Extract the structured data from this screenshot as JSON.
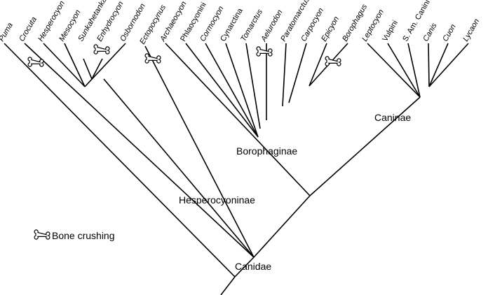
{
  "taxa": [
    {
      "name": "Puma",
      "italic": true
    },
    {
      "name": "Crocuta",
      "italic": true
    },
    {
      "name": "Hesperocyon",
      "italic": true
    },
    {
      "name": "Mesocyon",
      "italic": true
    },
    {
      "name": "Sunkahetanka",
      "italic": true
    },
    {
      "name": "Enhydrocyon",
      "italic": true
    },
    {
      "name": "Osbornodon",
      "italic": true
    },
    {
      "name": "Ectopocynus",
      "italic": true
    },
    {
      "name": "Archaeocyon",
      "italic": true
    },
    {
      "name": "Phlaocyonini",
      "italic": false
    },
    {
      "name": "Cormocyon",
      "italic": true
    },
    {
      "name": "Cynarctina",
      "italic": false
    },
    {
      "name": "Tomarctus",
      "italic": true
    },
    {
      "name": "Aelurodon",
      "italic": true
    },
    {
      "name": "Paratomarctus",
      "italic": true
    },
    {
      "name": "Carpocyon",
      "italic": true
    },
    {
      "name": "Epicyon",
      "italic": true
    },
    {
      "name": "Borophagus",
      "italic": true
    },
    {
      "name": "Leptocyon",
      "italic": true
    },
    {
      "name": "Vulpini",
      "italic": false
    },
    {
      "name": "S. Am. Canini",
      "italic": false
    },
    {
      "name": "Canis",
      "italic": true
    },
    {
      "name": "Cuon",
      "italic": true
    },
    {
      "name": "Lycaon",
      "italic": true
    }
  ],
  "groups": {
    "borophaginae": "Borophaginae",
    "caninae": "Caninae",
    "hesperocyoninae": "Hesperocyoninae",
    "canidae": "Canidae"
  },
  "legend": {
    "label": "Bone crushing",
    "icon": "bone-icon"
  },
  "bone_crushing_taxa": [
    "Crocuta",
    "Enhydrocyon",
    "Ectopocynus",
    "Aelurodon",
    "Borophagus"
  ]
}
